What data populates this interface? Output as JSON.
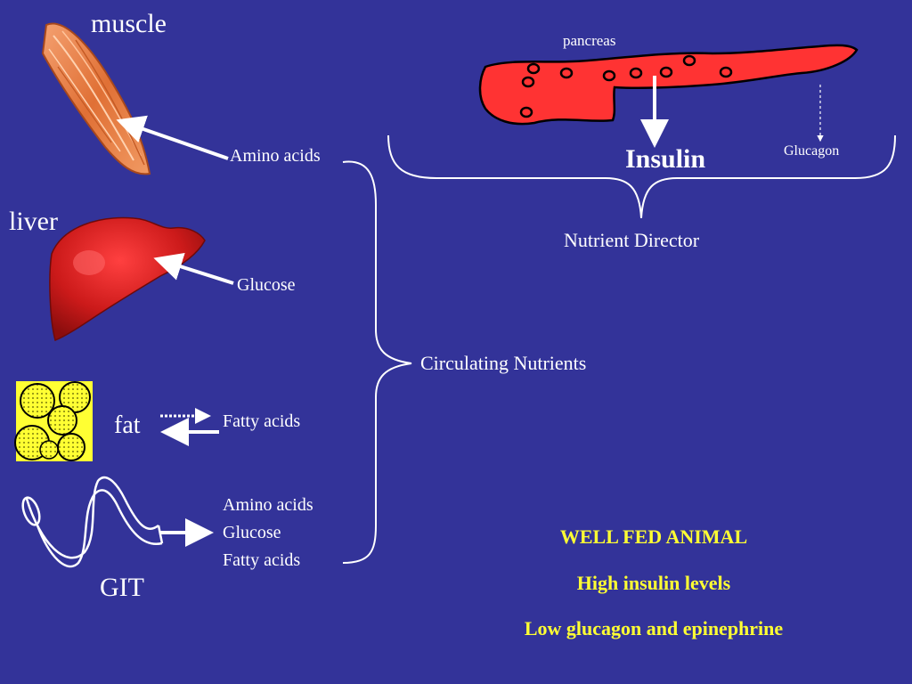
{
  "organs": {
    "muscle": "muscle",
    "liver": "liver",
    "fat": "fat",
    "git": "GIT",
    "pancreas": "pancreas"
  },
  "nutrients": {
    "muscle_input": "Amino acids",
    "liver_input": "Glucose",
    "fat_exchange": "Fatty acids",
    "git_outputs": [
      "Amino acids",
      "Glucose",
      "Fatty acids"
    ],
    "circulating": "Circulating Nutrients"
  },
  "hormones": {
    "insulin": "Insulin",
    "glucagon": "Glucagon",
    "director": "Nutrient Director"
  },
  "state": {
    "title": "WELL FED ANIMAL",
    "line1": "High insulin levels",
    "line2": "Low glucagon and epinephrine"
  },
  "colors": {
    "background": "#333399",
    "pancreas": "#ff3333",
    "liver": "#cc1a1a",
    "muscle": "#e87a3c",
    "fat": "#ffff33",
    "highlight_text": "#ffff33"
  }
}
